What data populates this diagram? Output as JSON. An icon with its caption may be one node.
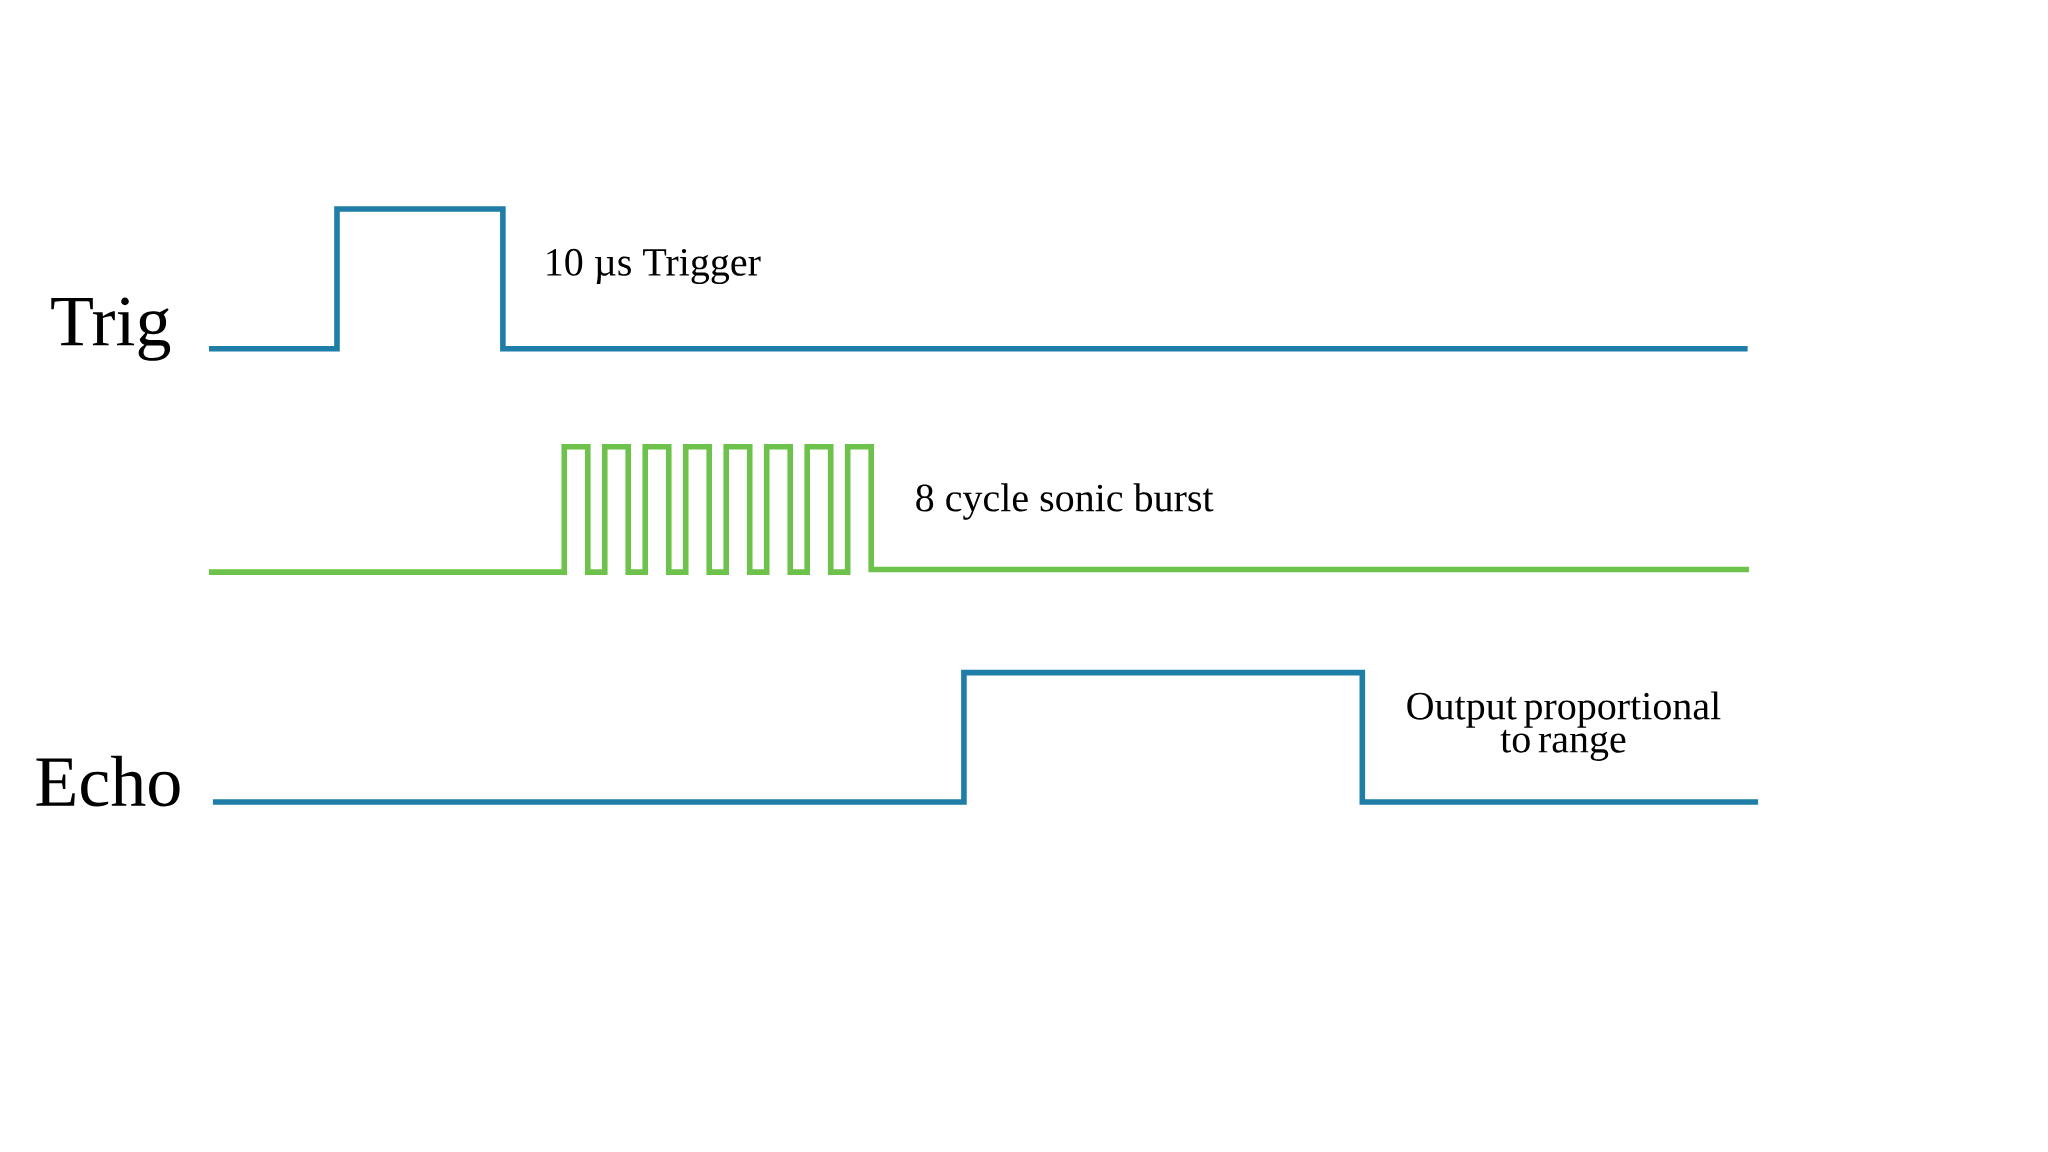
{
  "diagram": {
    "labels": [
      "Trig",
      "10 µs Trigger",
      "8 cycle sonic burst",
      "Echo",
      "Output proportional to range"
    ]
  }
}
